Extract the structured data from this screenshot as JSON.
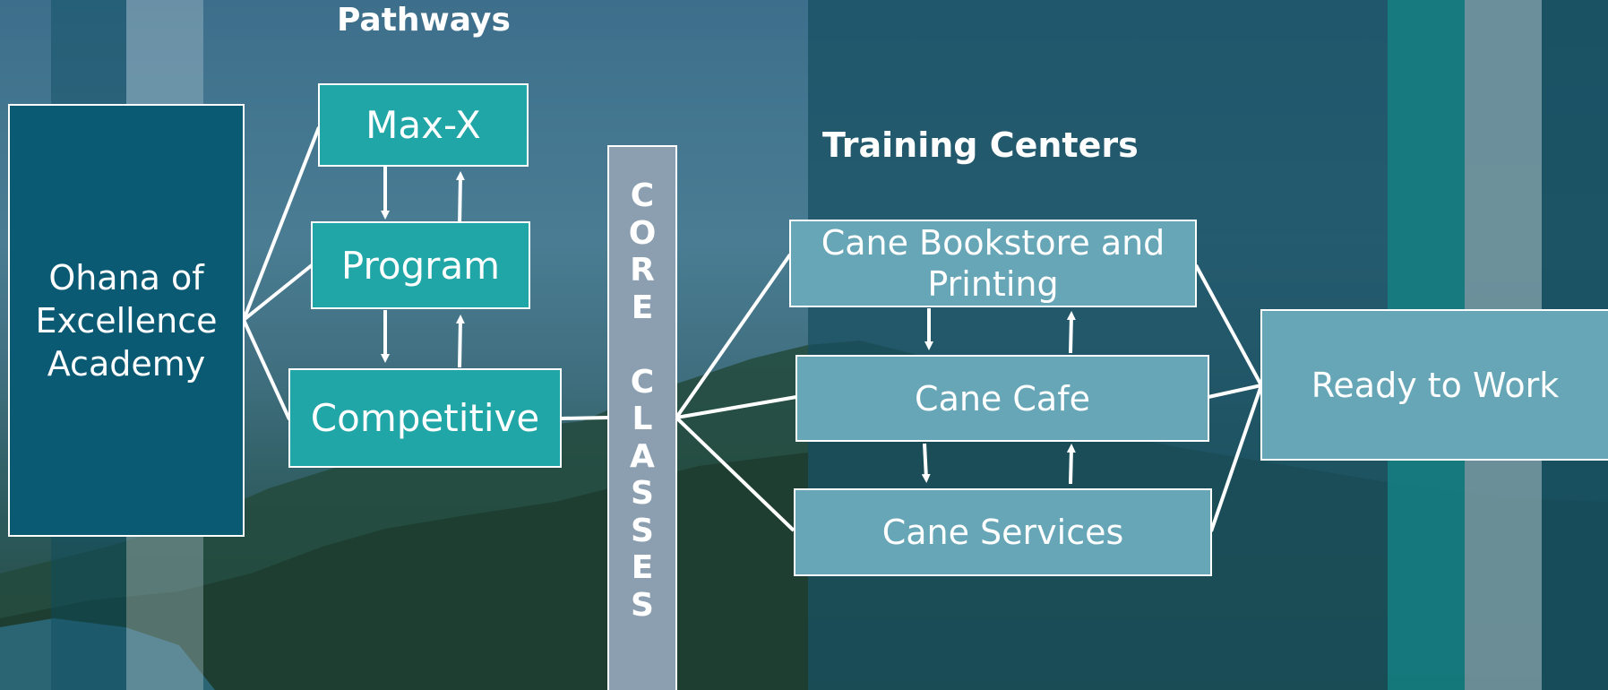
{
  "headings": {
    "pathways": "Pathways",
    "training_centers": "Training Centers"
  },
  "academy": {
    "label": "Ohana of Excellence Academy"
  },
  "pathways": [
    {
      "label": "Max-X"
    },
    {
      "label": "Program"
    },
    {
      "label": "Competitive"
    }
  ],
  "core": {
    "letters": [
      "C",
      "O",
      "R",
      "E",
      " ",
      "C",
      "L",
      "A",
      "S",
      "S",
      "E",
      "S"
    ]
  },
  "training_centers": [
    {
      "label": "Cane Bookstore and Printing"
    },
    {
      "label": "Cane Cafe"
    },
    {
      "label": "Cane Services"
    }
  ],
  "outcome": {
    "label": "Ready to Work"
  },
  "colors": {
    "dark_box": "#0b5a74",
    "teal_box": "#20a6a6",
    "light_box": "#67a6b6",
    "core_bar": "#8b9fb0",
    "line": "#ffffff"
  }
}
